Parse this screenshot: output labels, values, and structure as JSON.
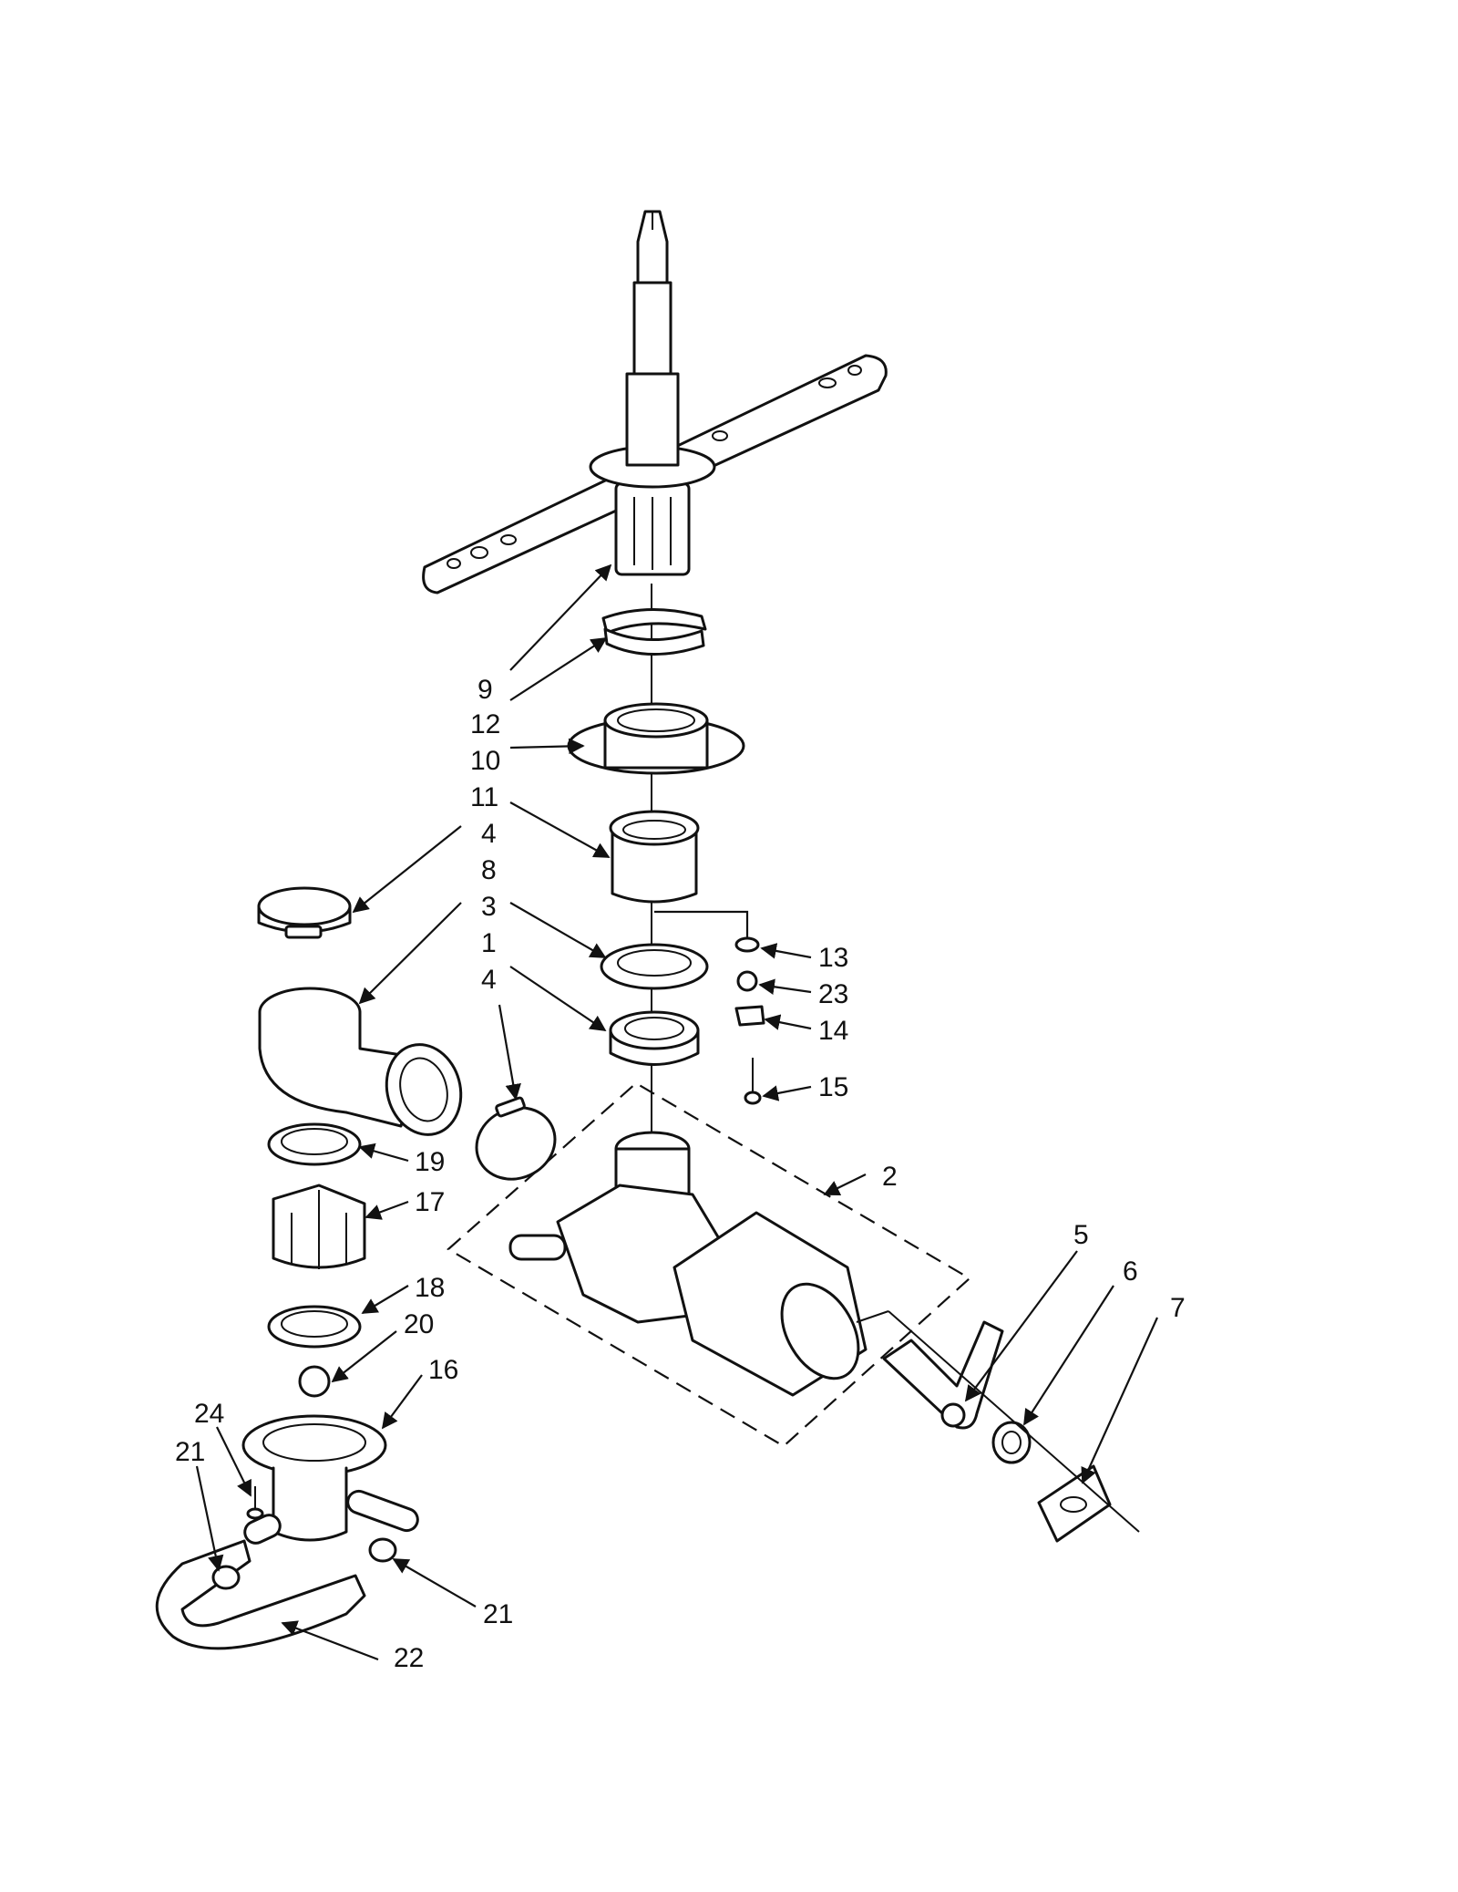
{
  "diagram": {
    "type": "exploded-parts-view",
    "callouts": {
      "p9": "9",
      "p12": "12",
      "p10": "10",
      "p11": "11",
      "p4a": "4",
      "p8": "8",
      "p3": "3",
      "p1": "1",
      "p4b": "4",
      "p13": "13",
      "p23": "23",
      "p14": "14",
      "p15": "15",
      "p2": "2",
      "p5": "5",
      "p6": "6",
      "p7": "7",
      "p19": "19",
      "p17": "17",
      "p18": "18",
      "p20": "20",
      "p16": "16",
      "p24": "24",
      "p21a": "21",
      "p21b": "21",
      "p22": "22"
    }
  }
}
